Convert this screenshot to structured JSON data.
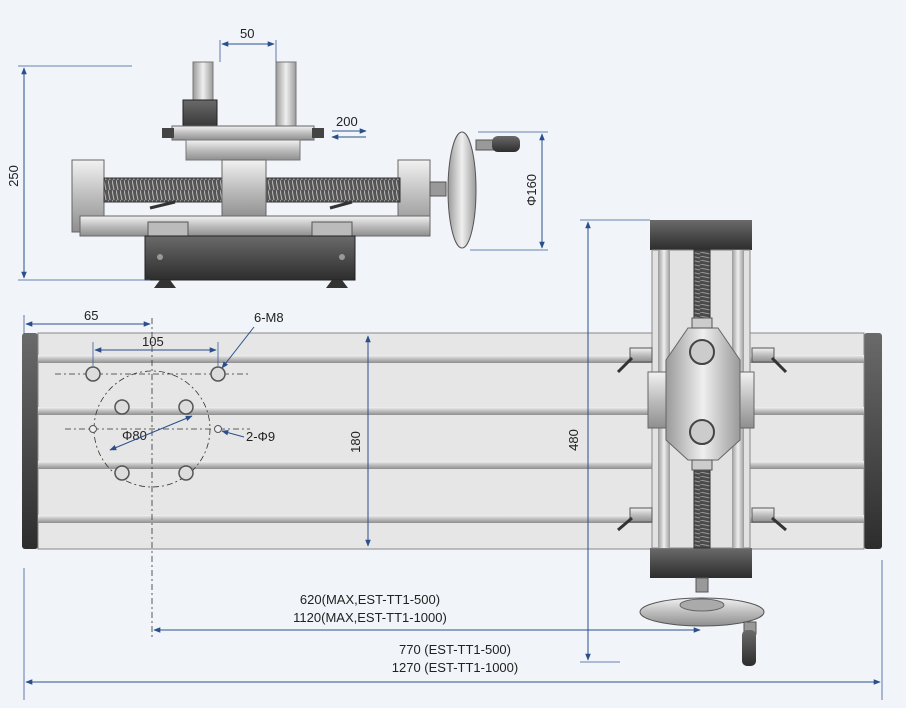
{
  "dimensions": {
    "top_width": "50",
    "top_height": "250",
    "stroke": "200",
    "handwheel": "Φ160",
    "offset_x": "65",
    "hole_pitch": "105",
    "thread_holes": "6-M8",
    "pcd": "Φ80",
    "pin_holes": "2-Φ9",
    "slot_span": "180",
    "cross_length": "480",
    "travel_500": "620(MAX,EST-TT1-500)",
    "travel_1000": "1120(MAX,EST-TT1-1000)",
    "length_500": "770 (EST-TT1-500)",
    "length_1000": "1270 (EST-TT1-1000)"
  },
  "colors": {
    "background": "#f1f4f9",
    "dimension_line": "#2a4f8a",
    "metal_dark": "#3d3d3d",
    "metal_light": "#d9d9d9",
    "rail": "#c8c8c8"
  }
}
